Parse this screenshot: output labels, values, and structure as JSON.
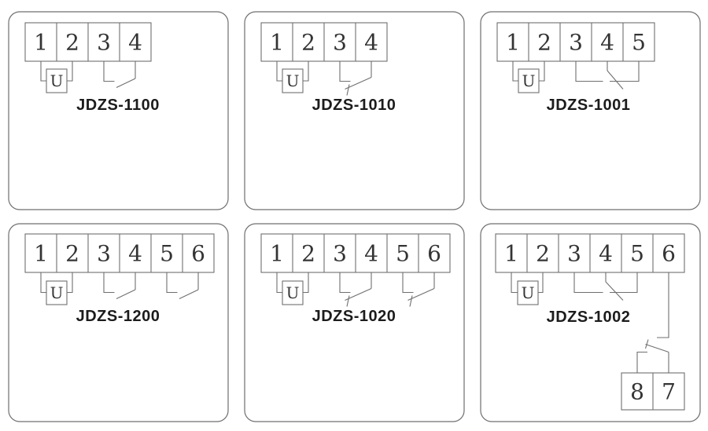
{
  "panels": [
    {
      "model": "JDZS-1100",
      "terminals": [
        "1",
        "2",
        "3",
        "4"
      ],
      "coil_label": "U",
      "contacts": [
        {
          "terminals": "3-4",
          "state": "open"
        }
      ]
    },
    {
      "model": "JDZS-1010",
      "terminals": [
        "1",
        "2",
        "3",
        "4"
      ],
      "coil_label": "U",
      "contacts": [
        {
          "terminals": "3-4",
          "state": "closed"
        }
      ]
    },
    {
      "model": "JDZS-1001",
      "terminals": [
        "1",
        "2",
        "3",
        "4",
        "5"
      ],
      "coil_label": "U",
      "contacts": [
        {
          "terminals": "3-4-5",
          "state": "changeover"
        }
      ]
    },
    {
      "model": "JDZS-1200",
      "terminals": [
        "1",
        "2",
        "3",
        "4",
        "5",
        "6"
      ],
      "coil_label": "U",
      "contacts": [
        {
          "terminals": "3-4",
          "state": "open"
        },
        {
          "terminals": "5-6",
          "state": "open"
        }
      ]
    },
    {
      "model": "JDZS-1020",
      "terminals": [
        "1",
        "2",
        "3",
        "4",
        "5",
        "6"
      ],
      "coil_label": "U",
      "contacts": [
        {
          "terminals": "3-4",
          "state": "closed"
        },
        {
          "terminals": "5-6",
          "state": "closed"
        }
      ]
    },
    {
      "model": "JDZS-1002",
      "terminals": [
        "1",
        "2",
        "3",
        "4",
        "5",
        "6"
      ],
      "coil_label": "U",
      "aux_terminals": [
        "8",
        "7"
      ],
      "contacts": [
        {
          "terminals": "3-4-5",
          "state": "changeover"
        },
        {
          "terminals": "6-8-7",
          "state": "closed"
        }
      ]
    }
  ],
  "colors": {
    "line": "#6f6f6f",
    "terminal_digit": "#343434",
    "model_label": "#1c1c1c",
    "background": "#ffffff"
  }
}
